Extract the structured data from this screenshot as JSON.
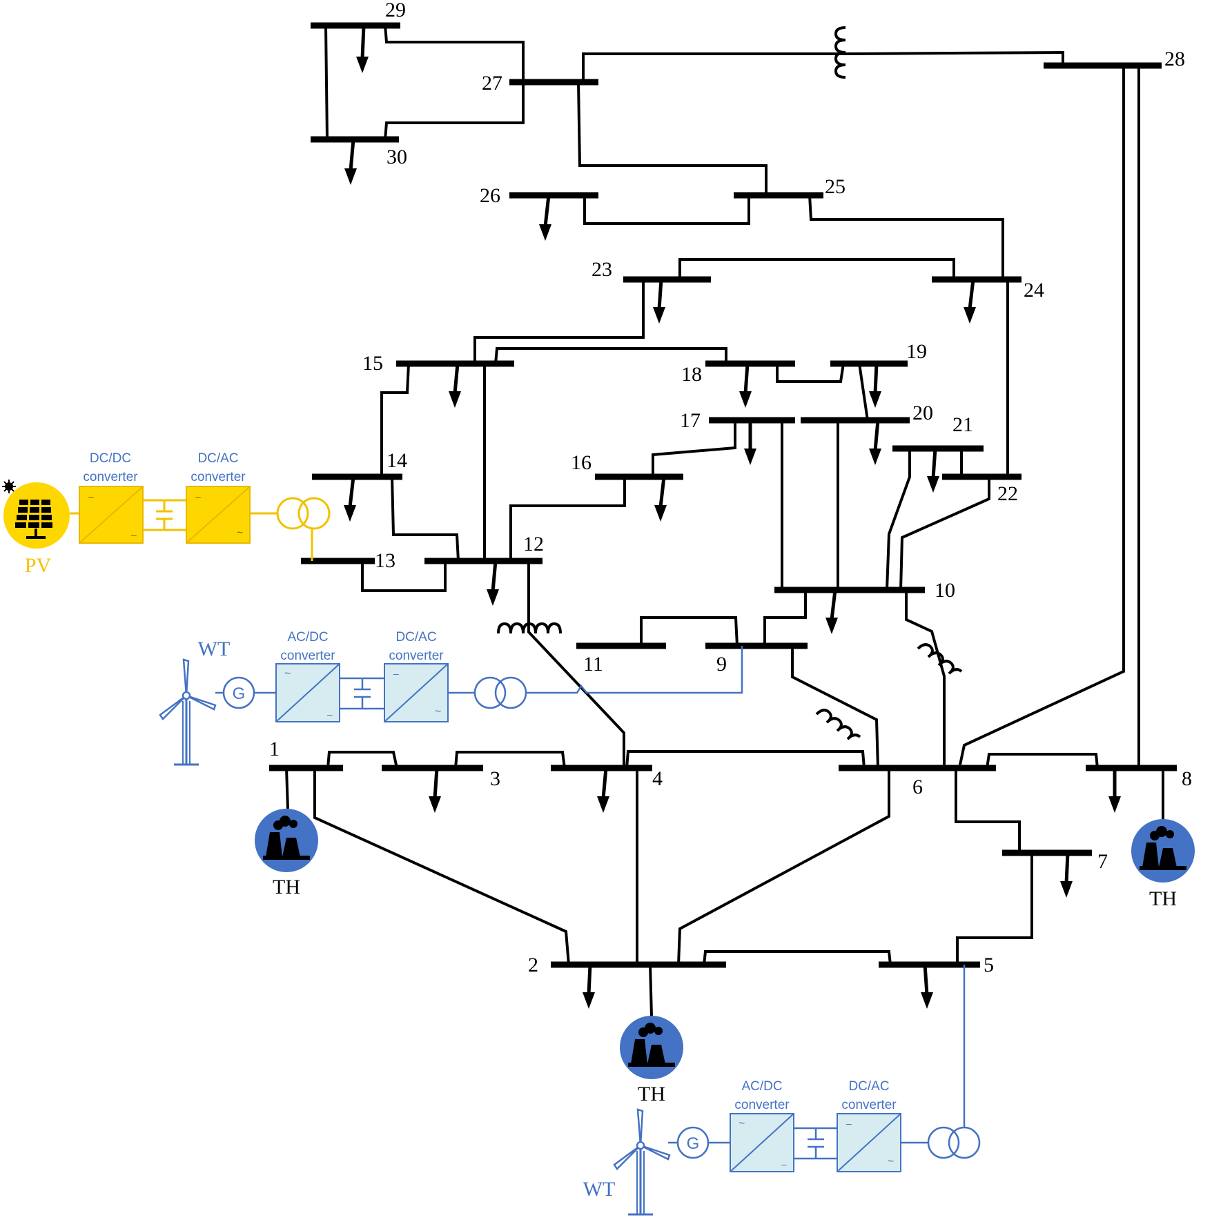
{
  "colors": {
    "bus": "#000000",
    "wind": "#4472C4",
    "wind_box_fill": "#D6ECF0",
    "pv": "#FFD700",
    "pv_line": "#F2C200",
    "thermal": "#4472C4"
  },
  "buses": [
    "1",
    "2",
    "3",
    "4",
    "5",
    "6",
    "7",
    "8",
    "9",
    "10",
    "11",
    "12",
    "13",
    "14",
    "15",
    "16",
    "17",
    "18",
    "19",
    "20",
    "21",
    "22",
    "23",
    "24",
    "25",
    "26",
    "27",
    "28",
    "29",
    "30"
  ],
  "generators": {
    "thermal_label": "TH",
    "wind_label": "WT",
    "pv_label": "PV",
    "generator_symbol": "G"
  },
  "converters": {
    "dcdc_line1": "DC/DC",
    "dcac_line1": "DC/AC",
    "acdc_line1": "AC/DC",
    "line2": "converter"
  },
  "icons": [
    "solar-panel-icon",
    "wind-turbine-icon",
    "power-plant-icon",
    "transformer-icon",
    "load-arrow-icon",
    "capacitor-icon",
    "sun-icon"
  ]
}
